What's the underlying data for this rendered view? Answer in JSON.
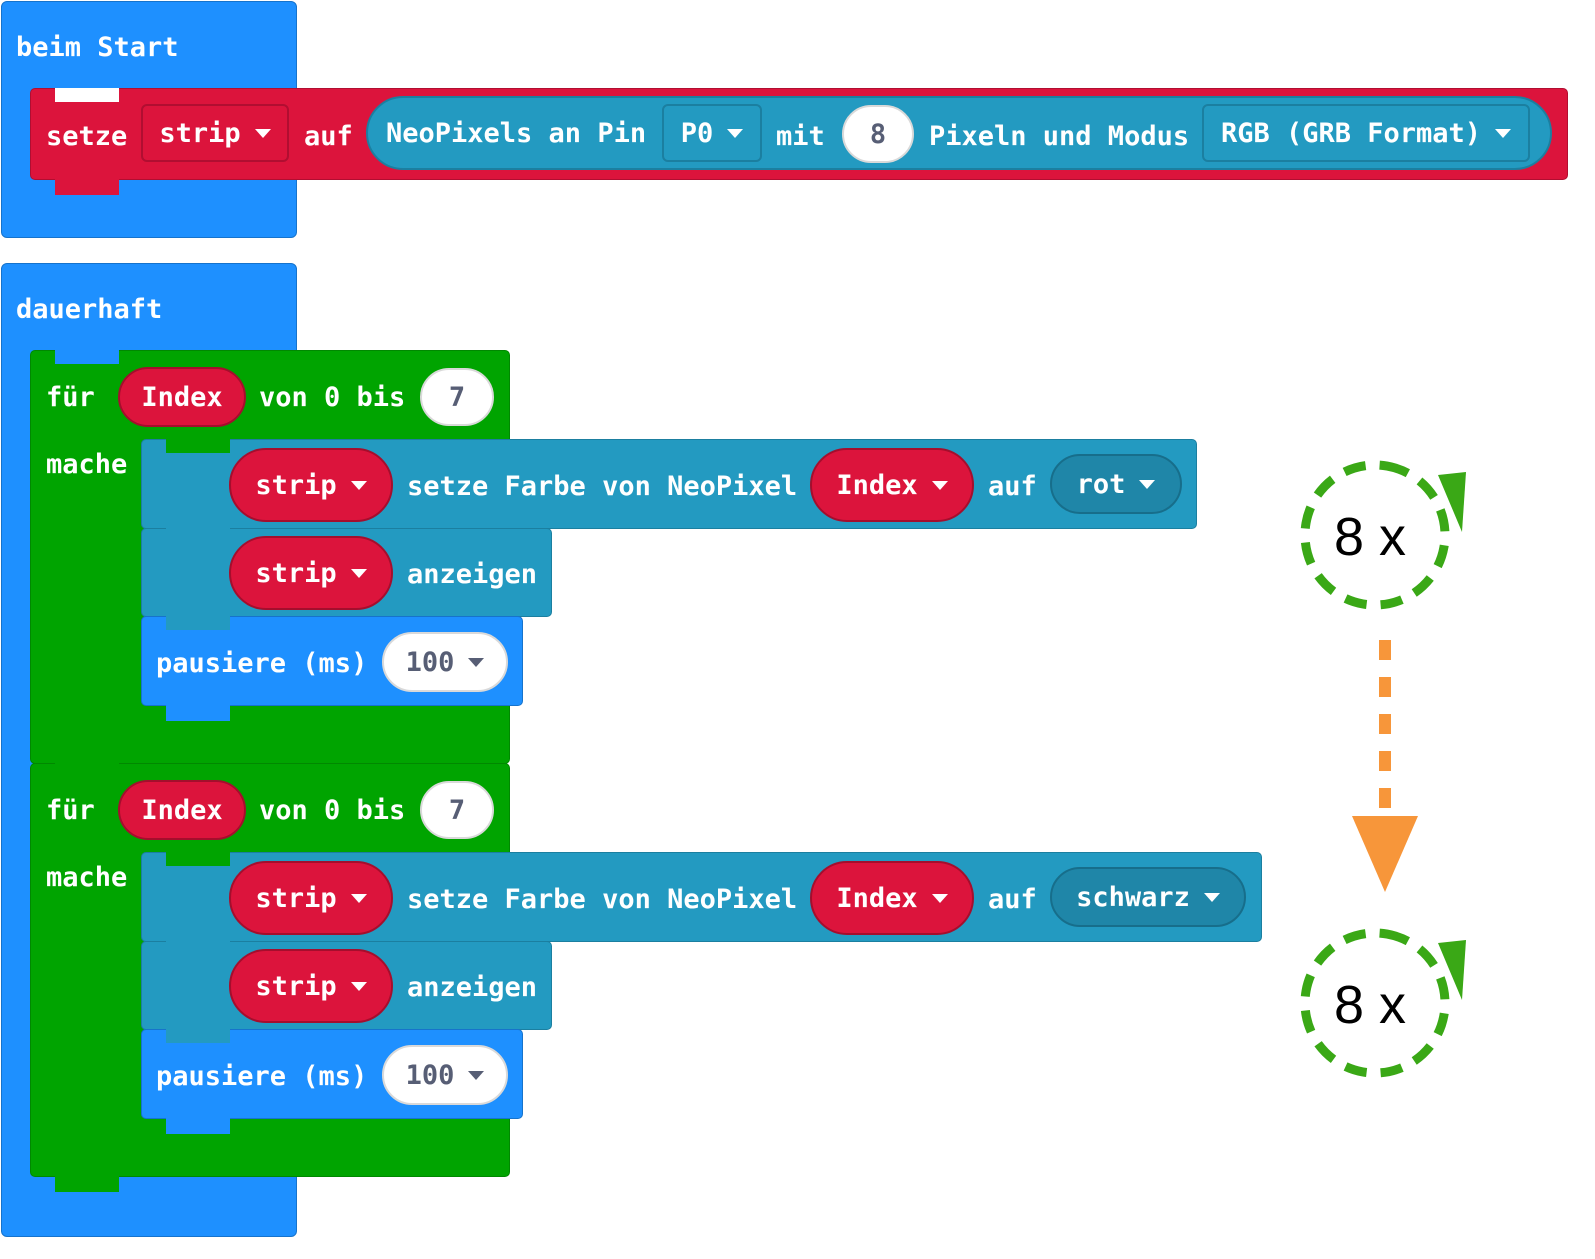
{
  "on_start": {
    "hat_label": "beim Start",
    "set_label": "setze",
    "variable": "strip",
    "to_label": "auf",
    "create": {
      "text_before_pin": "NeoPixels an Pin",
      "pin": "P0",
      "with_label": "mit",
      "count": "8",
      "text_after_count": "Pixeln und Modus",
      "mode": "RGB (GRB Format)"
    }
  },
  "forever": {
    "hat_label": "dauerhaft",
    "loops": [
      {
        "for_label": "für",
        "loop_var": "Index",
        "from_to_label": "von 0 bis",
        "to_value": "7",
        "do_label": "mache",
        "set_color": {
          "strip": "strip",
          "text": "setze Farbe von NeoPixel",
          "index": "Index",
          "to_label": "auf",
          "color": "rot"
        },
        "show": {
          "strip": "strip",
          "text": "anzeigen"
        },
        "pause": {
          "label": "pausiere (ms)",
          "value": "100"
        }
      },
      {
        "for_label": "für",
        "loop_var": "Index",
        "from_to_label": "von 0 bis",
        "to_value": "7",
        "do_label": "mache",
        "set_color": {
          "strip": "strip",
          "text": "setze Farbe von NeoPixel",
          "index": "Index",
          "to_label": "auf",
          "color": "schwarz"
        },
        "show": {
          "strip": "strip",
          "text": "anzeigen"
        },
        "pause": {
          "label": "pausiere (ms)",
          "value": "100"
        }
      }
    ]
  },
  "annotations": {
    "repeat_top": "8 x",
    "repeat_bottom": "8 x"
  },
  "colors": {
    "event_blue": "#1e90ff",
    "variable_red": "#dc143c",
    "neopixel_teal": "#239ac1",
    "loop_green": "#00a400",
    "cycle_green": "#3aa816",
    "arrow_orange": "#f7963a"
  }
}
